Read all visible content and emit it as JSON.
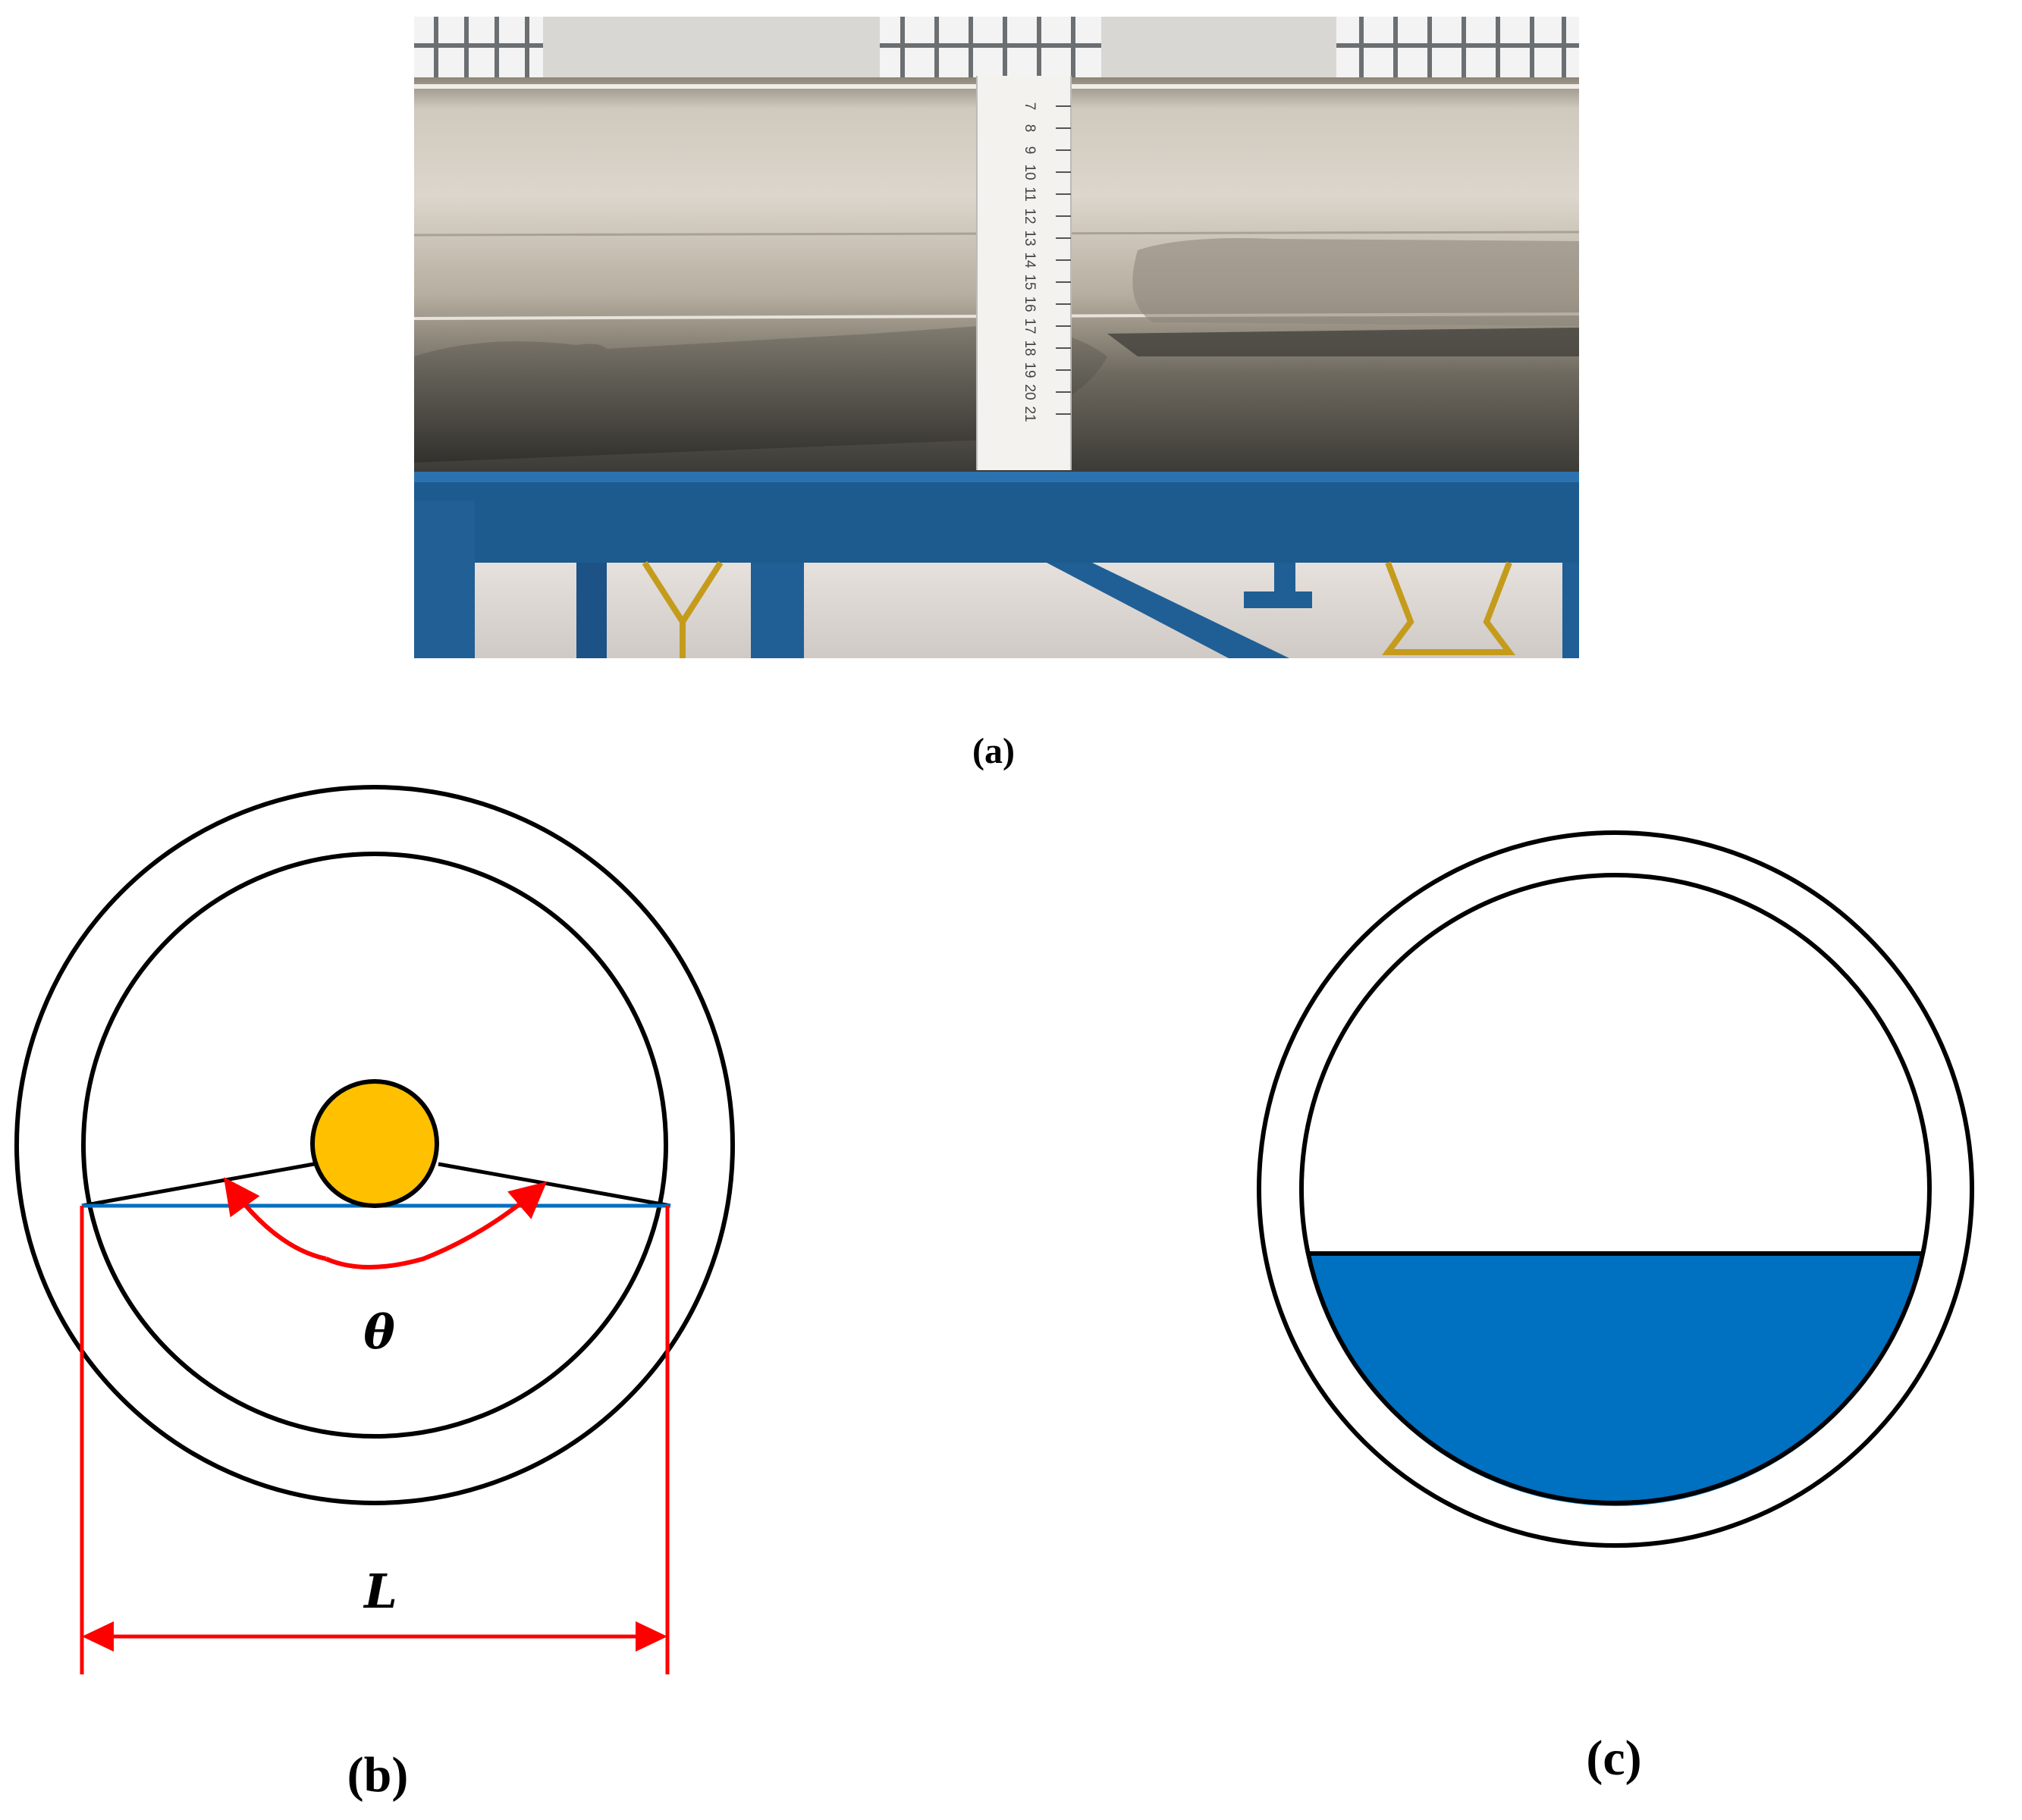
{
  "panels": {
    "a": {
      "caption": "(a)"
    },
    "b": {
      "caption": "(b)",
      "angle_symbol": "θ",
      "length_symbol": "L"
    },
    "c": {
      "caption": "(c)"
    }
  },
  "photo_ruler": {
    "ticks": [
      "7",
      "8",
      "9",
      "10",
      "11",
      "12",
      "13",
      "14",
      "15",
      "16",
      "17",
      "18",
      "19",
      "20",
      "21"
    ]
  },
  "colors": {
    "outline": "#000000",
    "annotation": "#ff0000",
    "particle": "#ffc000",
    "bed_line": "#0070c0",
    "liquid": "#0070c0",
    "photo_frame": "#1f5f95"
  }
}
